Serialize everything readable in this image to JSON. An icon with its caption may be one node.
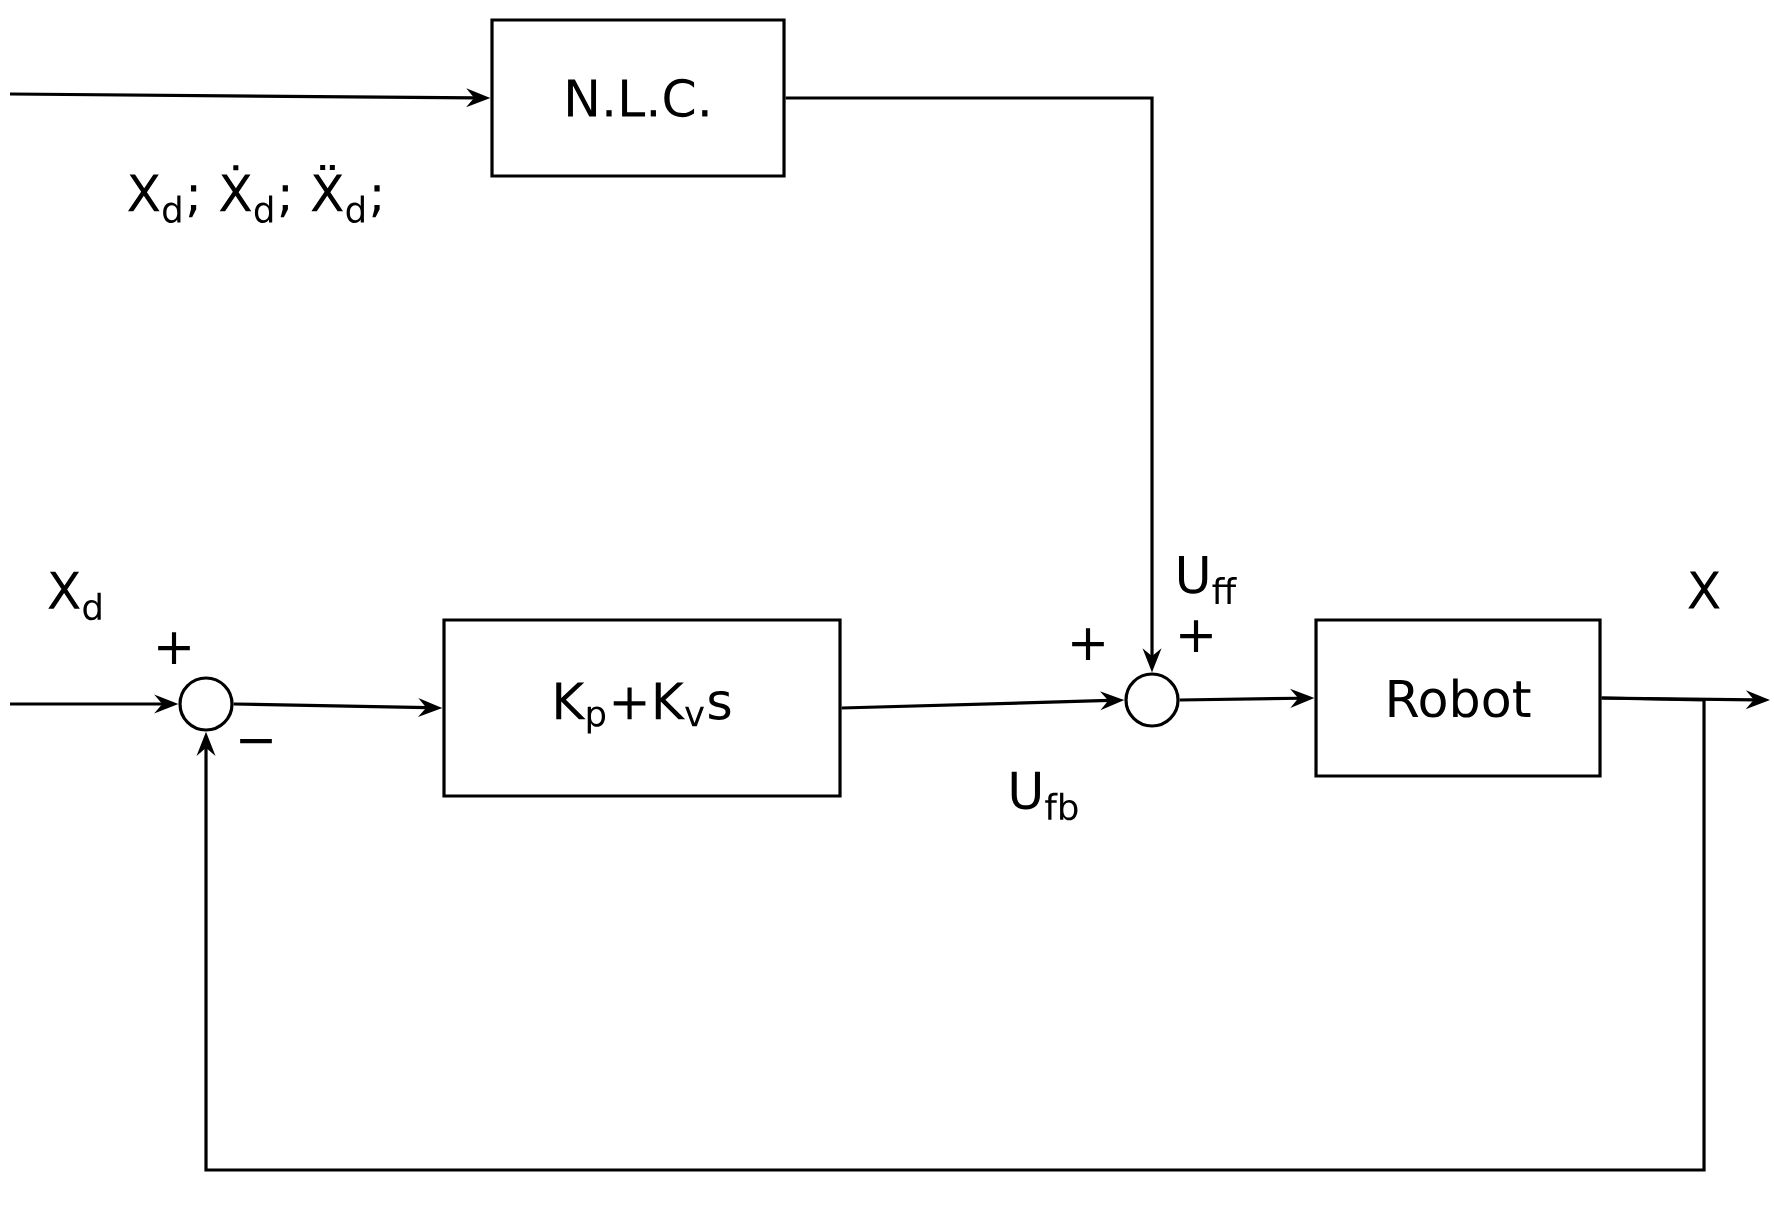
{
  "diagram": {
    "nodes": [
      {
        "text": [
          "N.L.C."
        ]
      },
      {
        "text": [],
        "shape": "circle"
      },
      {
        "text": [
          "K$_{p}$+K$_{v}$s"
        ]
      },
      {
        "text": [],
        "shape": "circle"
      },
      {
        "text": [
          "Robot"
        ]
      }
    ],
    "edges": [
      {
        "from": null,
        "to": 0,
        "arrow": "to",
        "label": "X$_{d}$; Ẋ$_{d}$; Ẍ$_{d}$;"
      },
      {
        "from": 0,
        "to": 3,
        "arrow": "to",
        "label": "U$_{ff}$"
      },
      {
        "from": null,
        "to": 1,
        "arrow": "to",
        "label": "X$_{d}$"
      },
      {
        "from": 1,
        "to": 2,
        "arrow": "to"
      },
      {
        "from": 2,
        "to": 3,
        "arrow": "to",
        "label": "U$_{fb}$"
      },
      {
        "from": 3,
        "to": 4,
        "arrow": "to"
      },
      {
        "from": 4,
        "to": null,
        "arrow": "to",
        "label": "X"
      },
      {
        "from": 4,
        "to": 1,
        "arrow": "to"
      }
    ],
    "labels": [
      "+",
      "−",
      "+",
      "+"
    ]
  }
}
